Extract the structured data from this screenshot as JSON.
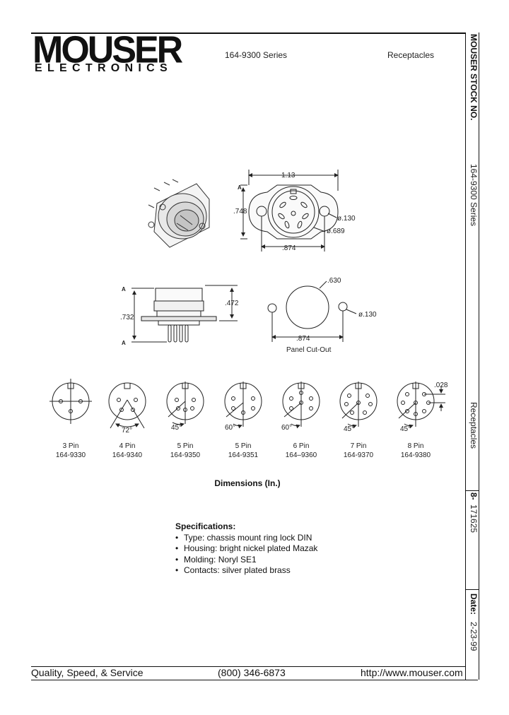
{
  "header": {
    "brand": "MOUSER",
    "brand_sub": "ELECTRONICS",
    "series": "164-9300 Series",
    "category": "Receptacles"
  },
  "sidebar": {
    "stock_label": "MOUSER STOCK NO.",
    "stock_value": "164-9300 Series",
    "category": "Receptacles",
    "page_label": "8-",
    "page_value": "171625",
    "date_label": "Date:",
    "date_value": "2-23-99"
  },
  "drawing": {
    "dim_width": "1.13",
    "dim_height": ".748",
    "dim_hole": "ø.130",
    "dim_body": "ø.689",
    "dim_bolt": ".874",
    "side_total": ".732",
    "side_top": ".472",
    "cutout_dia": ".630",
    "cutout_hole": "ø.130",
    "cutout_spacing": ".874",
    "cutout_label": "Panel Cut-Out",
    "marker_a": "A",
    "dim_028": ".028"
  },
  "pins": [
    {
      "name": "3 Pin",
      "part": "164-9330",
      "angle": ""
    },
    {
      "name": "4 Pin",
      "part": "164-9340",
      "angle": "72°"
    },
    {
      "name": "5 Pin",
      "part": "164-9350",
      "angle": "45°"
    },
    {
      "name": "5 Pin",
      "part": "164-9351",
      "angle": "60°"
    },
    {
      "name": "6 Pin",
      "part": "164–9360",
      "angle": "60°"
    },
    {
      "name": "7 Pin",
      "part": "164-9370",
      "angle": "45°"
    },
    {
      "name": "8 Pin",
      "part": "164-9380",
      "angle": "45°"
    }
  ],
  "dimensions_title": "Dimensions (In.)",
  "specs": {
    "title": "Specifications:",
    "items": [
      "Type:  chassis mount ring lock DIN",
      "Housing:  bright nickel plated Mazak",
      "Molding:  Noryl SE1",
      "Contacts:  silver plated brass"
    ]
  },
  "footer": {
    "tagline": "Quality, Speed, & Service",
    "phone": "(800) 346-6873",
    "url": "http://www.mouser.com"
  }
}
